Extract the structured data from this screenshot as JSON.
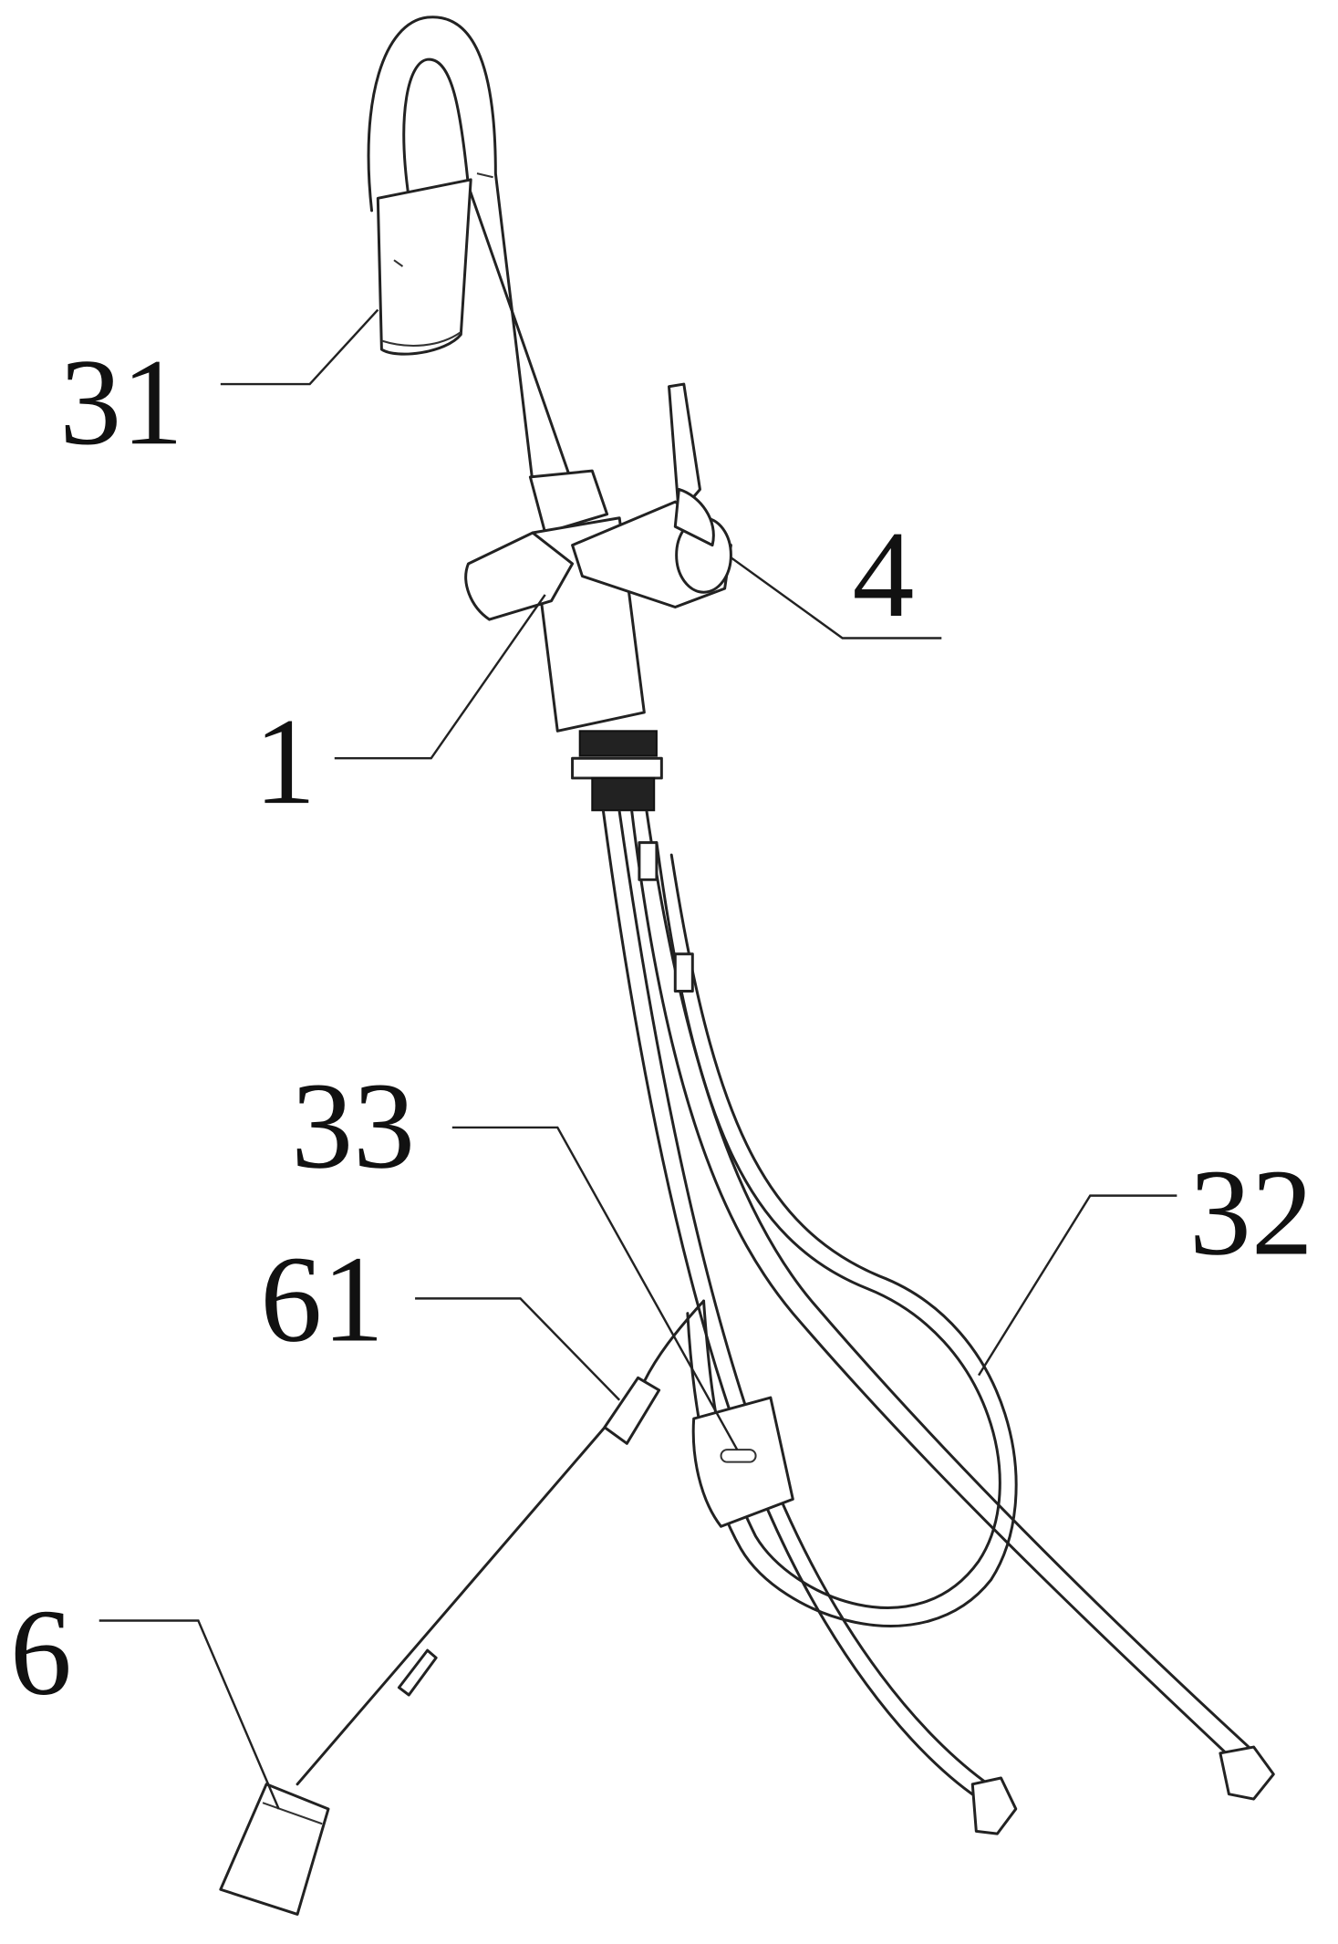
{
  "figure": {
    "type": "patent line drawing",
    "labels": {
      "spray_head": "31",
      "lever_handle": "4",
      "body": "1",
      "clamp_block": "33",
      "hose": "32",
      "wire_connector": "61",
      "sensor_box": "6"
    }
  }
}
